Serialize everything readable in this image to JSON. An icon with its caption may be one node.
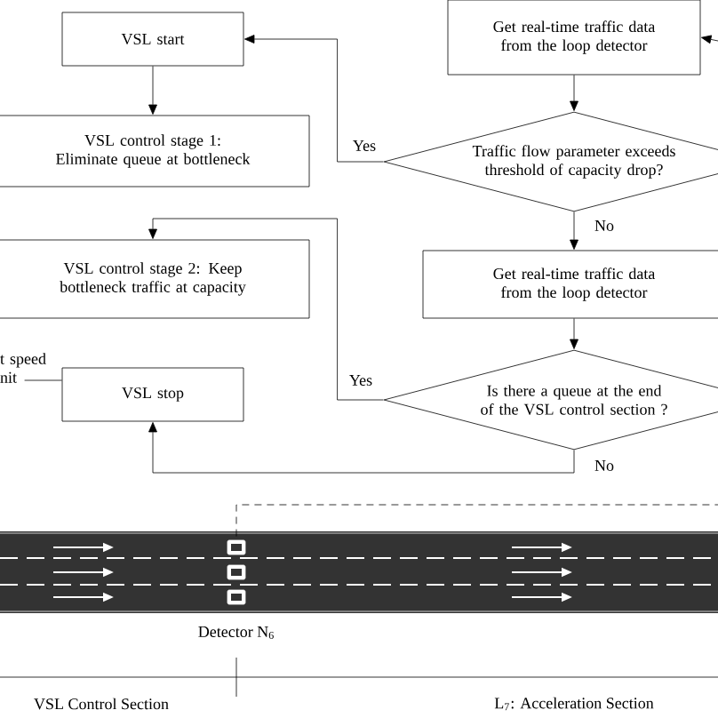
{
  "diagram": {
    "nodes": [
      {
        "text": [
          "VSL start"
        ]
      },
      {
        "text": [
          "VSL control stage 1: Eliminate queue at bottleneck"
        ]
      },
      {
        "text": [
          "VSL control stage 2: Keep bottleneck traffic at capacity"
        ]
      },
      {
        "text": [
          "t speed nit"
        ]
      },
      {
        "text": [
          "VSL stop"
        ]
      },
      {
        "text": [
          "Get real-time traffic data from the loop detector"
        ]
      },
      {
        "text": [
          "Traffic flow parameter exceeds threshold of capacity drop?"
        ]
      },
      {
        "text": [
          "Get real-time traffic data from the loop detector"
        ]
      },
      {
        "text": [
          "Is there a queue at the end of the VSL control section ?"
        ]
      },
      {
        "text": [],
        "shape": "box"
      }
    ],
    "edges": [
      {
        "from": null,
        "to": 5,
        "arrow": "to"
      },
      {
        "from": 5,
        "to": 6,
        "arrow": "to"
      },
      {
        "from": 6,
        "to": 0,
        "arrow": "to",
        "label": "Yes"
      },
      {
        "from": 6,
        "to": 7,
        "arrow": "to",
        "label": "No"
      },
      {
        "from": 7,
        "to": 8,
        "arrow": "to"
      },
      {
        "from": 8,
        "to": 2,
        "arrow": "to",
        "label": "Yes"
      },
      {
        "from": 8,
        "to": 4,
        "arrow": "to",
        "label": "No"
      },
      {
        "from": 0,
        "to": 1,
        "arrow": "to"
      },
      {
        "from": 4,
        "to": 3,
        "arrow": "none"
      },
      {
        "from": 9,
        "to": null,
        "arrow": "none",
        "style": "dashed"
      }
    ],
    "labels": [
      "Detector N$_{6}$",
      "VSL Control Section",
      "L$_{7}$: Acceleration Section"
    ]
  }
}
